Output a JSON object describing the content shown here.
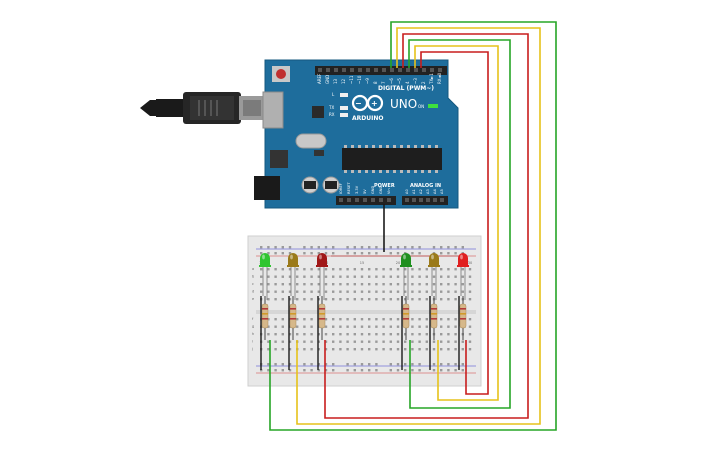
{
  "board": {
    "brand": "ARDUINO",
    "model": "UNO",
    "digital_label": "DIGITAL (PWM~)",
    "power_label": "POWER",
    "analog_label": "ANALOG IN",
    "on_label": "ON",
    "l_label": "L",
    "tx_label": "TX",
    "rx_label": "RX",
    "digital_pins": [
      "AREF",
      "GND",
      "13",
      "12",
      "~11",
      "~10",
      "~9",
      "8",
      "7",
      "~6",
      "~5",
      "4",
      "~3",
      "2",
      "TX►1",
      "RX◄0"
    ],
    "power_pins": [
      "IOREF",
      "RESET",
      "3.3V",
      "5V",
      "GND",
      "GND",
      "Vin"
    ],
    "analog_pins": [
      "A0",
      "A1",
      "A2",
      "A3",
      "A4",
      "A5"
    ]
  },
  "breadboard": {
    "columns_top": [
      "1",
      "5",
      "10",
      "15",
      "20",
      "25",
      "30"
    ],
    "rows_left": [
      "a",
      "b",
      "c",
      "d",
      "e",
      "f",
      "g",
      "h",
      "i",
      "j"
    ]
  },
  "leds": [
    {
      "color": "green",
      "hex": "#2fc52f"
    },
    {
      "color": "yellow",
      "hex": "#9a7a1a"
    },
    {
      "color": "red",
      "hex": "#a01818"
    },
    {
      "color": "green",
      "hex": "#1f8f1f"
    },
    {
      "color": "yellow",
      "hex": "#9a7a1a"
    },
    {
      "color": "red",
      "hex": "#e02020"
    }
  ],
  "colors": {
    "board": "#1e6d9c",
    "board_edge": "#15587f",
    "breadboard": "#e8e8e8",
    "wire_green": "#26a526",
    "wire_yellow": "#e6c21a",
    "wire_red": "#c81d1d"
  }
}
